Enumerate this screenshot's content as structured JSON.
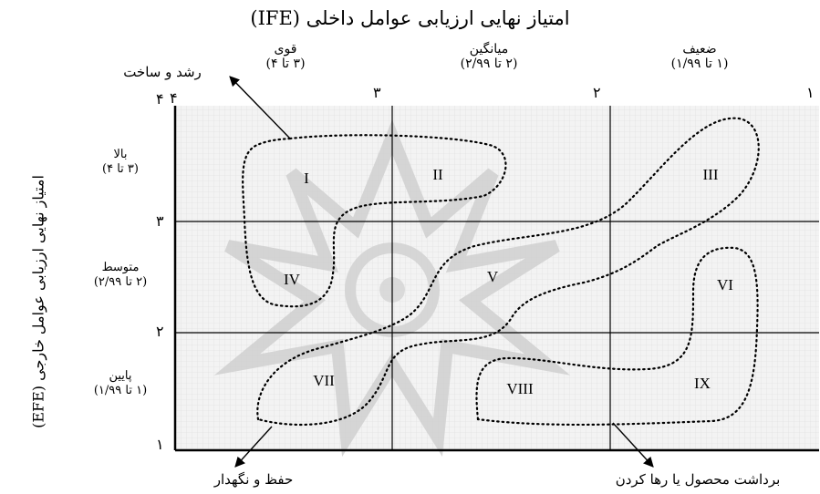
{
  "title": "امتیاز نهایی ارزیابی عوامل داخلی (IFE)",
  "y_axis_title": "امتیاز نهایی ارزیابی عوامل خارجی (EFE)",
  "columns": [
    {
      "name": "قوی",
      "range": "(۳ تا ۴)"
    },
    {
      "name": "میانگین",
      "range": "(۲ تا ۲/۹۹)"
    },
    {
      "name": "ضعیف",
      "range": "(۱ تا ۱/۹۹)"
    }
  ],
  "rows": [
    {
      "name": "بالا",
      "range": "(۳ تا ۴)"
    },
    {
      "name": "متوسط",
      "range": "(۲ تا ۲/۹۹)"
    },
    {
      "name": "پایین",
      "range": "(۱ تا ۱/۹۹)"
    }
  ],
  "x_ticks": [
    "۴",
    "۳",
    "۲",
    "۱"
  ],
  "y_ticks": [
    "۴",
    "۳",
    "۲",
    "۱"
  ],
  "cells": [
    "I",
    "II",
    "III",
    "IV",
    "V",
    "VI",
    "VII",
    "VIII",
    "IX"
  ],
  "strategies": {
    "grow_build": "رشد و ساخت",
    "hold_maintain": "حفظ و نگهدار",
    "harvest_divest": "برداشت محصول یا رها کردن"
  },
  "colors": {
    "grid_fill": "#f1f1f1",
    "watermark": "#d6d6d6",
    "lines": "#000000"
  }
}
